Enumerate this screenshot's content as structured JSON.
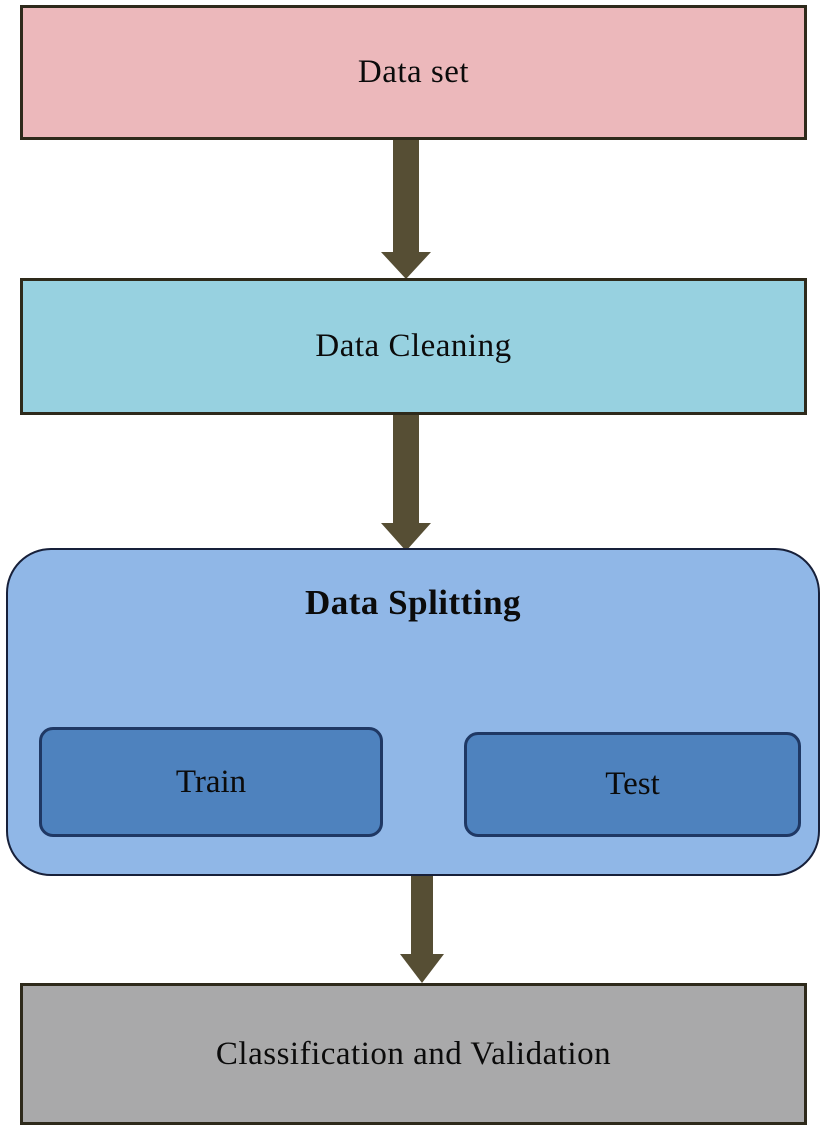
{
  "diagram": {
    "type": "flowchart",
    "nodes": {
      "dataset": {
        "label": "Data set"
      },
      "data_cleaning": {
        "label": "Data Cleaning"
      },
      "data_splitting": {
        "label": "Data Splitting"
      },
      "train": {
        "label": "Train"
      },
      "test": {
        "label": "Test"
      },
      "classification": {
        "label": "Classification and Validation"
      }
    },
    "flow": [
      "dataset -> data_cleaning",
      "data_cleaning -> data_splitting",
      "data_splitting -> classification"
    ],
    "colors": {
      "dataset_fill": "#ECB8BB",
      "data_cleaning_fill": "#97D1E0",
      "data_splitting_fill": "#90B7E7",
      "train_test_fill": "#4E82BE",
      "classification_fill": "#A9A9AA",
      "arrow": "#564E34",
      "outer_box_border": "#2E2A1B",
      "splitting_border": "#17203A",
      "inner_box_border": "#1F3864",
      "text": "#0B0B0B",
      "background": "#FFFFFF"
    }
  }
}
